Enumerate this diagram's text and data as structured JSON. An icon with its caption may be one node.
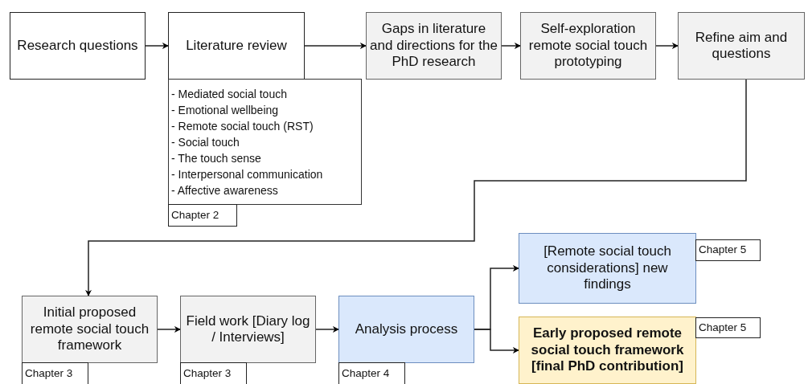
{
  "diagram": {
    "nodes": [
      {
        "text": [
          "Research questions"
        ]
      },
      {
        "text": [
          "Literature review"
        ]
      },
      {
        "text": [
          "Gaps in literature and directions for the PhD research"
        ]
      },
      {
        "text": [
          "Self-exploration remote social touch prototyping"
        ]
      },
      {
        "text": [
          "Refine aim and questions"
        ]
      },
      {
        "text": [
          "- Mediated social touch",
          "- Emotional wellbeing",
          "- Remote social touch (RST)",
          "- Social touch",
          "- The touch sense",
          "- Interpersonal communication",
          "- Affective awareness"
        ]
      },
      {
        "text": [
          "Chapter 2"
        ]
      },
      {
        "text": [
          "[Remote social touch considerations] new findings"
        ]
      },
      {
        "text": [
          "Chapter 5"
        ]
      },
      {
        "text": [
          "Initial proposed remote social touch framework"
        ]
      },
      {
        "text": [
          "Field work [Diary log / Interviews]"
        ]
      },
      {
        "text": [
          "Analysis process"
        ]
      },
      {
        "text": [
          "Early proposed remote social touch framework [final PhD contribution]"
        ]
      },
      {
        "text": [
          "Chapter 5"
        ]
      },
      {
        "text": [
          "Chapter 3"
        ]
      },
      {
        "text": [
          "Chapter 3"
        ]
      },
      {
        "text": [
          "Chapter 4"
        ]
      }
    ],
    "edges": [
      {
        "from": 0,
        "to": 1,
        "arrow": "to"
      },
      {
        "from": 1,
        "to": 2,
        "arrow": "to"
      },
      {
        "from": 2,
        "to": 3,
        "arrow": "to"
      },
      {
        "from": 3,
        "to": 4,
        "arrow": "to"
      },
      {
        "from": 4,
        "to": 9,
        "arrow": "to"
      },
      {
        "from": 9,
        "to": 10,
        "arrow": "to"
      },
      {
        "from": 10,
        "to": 11,
        "arrow": "to"
      },
      {
        "from": 11,
        "to": 7,
        "arrow": "to"
      },
      {
        "from": 11,
        "to": 12,
        "arrow": "to"
      }
    ]
  }
}
